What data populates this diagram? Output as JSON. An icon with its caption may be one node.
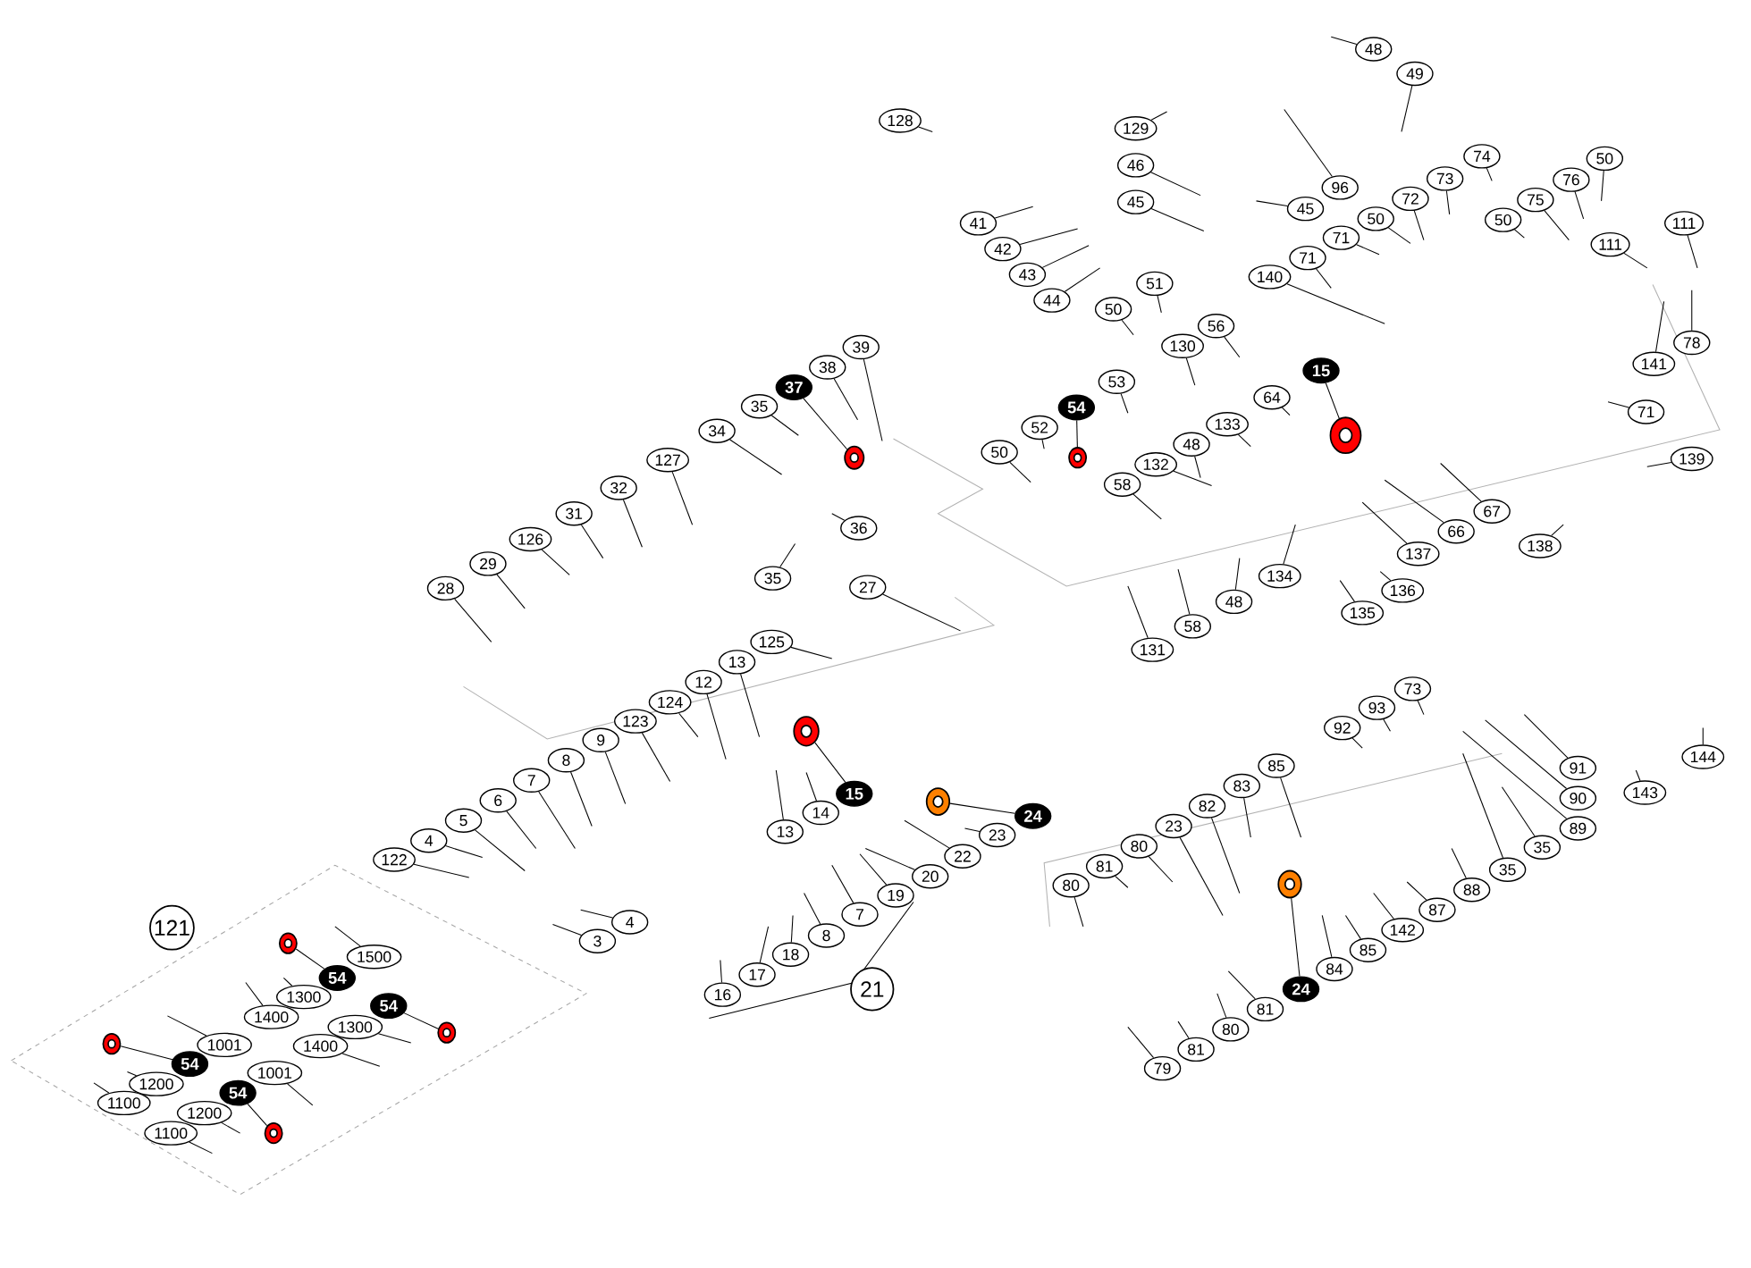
{
  "diagram": {
    "nodes": [
      {
        "text": [
          "48"
        ]
      },
      {
        "text": [
          "49"
        ]
      },
      {
        "text": [
          "128"
        ]
      },
      {
        "text": [
          "129"
        ]
      },
      {
        "text": [
          "96"
        ]
      },
      {
        "text": [
          "46"
        ]
      },
      {
        "text": [
          "45"
        ]
      },
      {
        "text": [
          "45"
        ]
      },
      {
        "text": [
          "74"
        ]
      },
      {
        "text": [
          "73"
        ]
      },
      {
        "text": [
          "72"
        ]
      },
      {
        "text": [
          "50"
        ]
      },
      {
        "text": [
          "50"
        ]
      },
      {
        "text": [
          "76"
        ]
      },
      {
        "text": [
          "75"
        ]
      },
      {
        "text": [
          "50"
        ]
      },
      {
        "text": [
          "41"
        ]
      },
      {
        "text": [
          "42"
        ]
      },
      {
        "text": [
          "43"
        ]
      },
      {
        "text": [
          "44"
        ]
      },
      {
        "text": [
          "71"
        ]
      },
      {
        "text": [
          "71"
        ]
      },
      {
        "text": [
          "140"
        ]
      },
      {
        "text": [
          "111"
        ]
      },
      {
        "text": [
          "111"
        ]
      },
      {
        "text": [
          "51"
        ]
      },
      {
        "text": [
          "50"
        ]
      },
      {
        "text": [
          "56"
        ]
      },
      {
        "text": [
          "130"
        ]
      },
      {
        "text": [
          "141"
        ]
      },
      {
        "text": [
          "78"
        ]
      },
      {
        "text": [
          "53"
        ]
      },
      {
        "text": [
          "54"
        ]
      },
      {
        "text": [
          "15"
        ]
      },
      {
        "text": [
          "64"
        ]
      },
      {
        "text": [
          "133"
        ]
      },
      {
        "text": [
          "52"
        ]
      },
      {
        "text": [
          "50"
        ]
      },
      {
        "text": [
          "48"
        ]
      },
      {
        "text": [
          "132"
        ]
      },
      {
        "text": [
          "58"
        ]
      },
      {
        "text": [
          "71"
        ]
      },
      {
        "text": [
          "139"
        ]
      },
      {
        "text": [
          "67"
        ]
      },
      {
        "text": [
          "66"
        ]
      },
      {
        "text": [
          "137"
        ]
      },
      {
        "text": [
          "138"
        ]
      },
      {
        "text": [
          "134"
        ]
      },
      {
        "text": [
          "136"
        ]
      },
      {
        "text": [
          "48"
        ]
      },
      {
        "text": [
          "135"
        ]
      },
      {
        "text": [
          "58"
        ]
      },
      {
        "text": [
          "131"
        ]
      },
      {
        "text": [
          "39"
        ]
      },
      {
        "text": [
          "38"
        ]
      },
      {
        "text": [
          "37"
        ]
      },
      {
        "text": [
          "35"
        ]
      },
      {
        "text": [
          "34"
        ]
      },
      {
        "text": [
          "127"
        ]
      },
      {
        "text": [
          "32"
        ]
      },
      {
        "text": [
          "36"
        ]
      },
      {
        "text": [
          "31"
        ]
      },
      {
        "text": [
          "35"
        ]
      },
      {
        "text": [
          "126"
        ]
      },
      {
        "text": [
          "29"
        ]
      },
      {
        "text": [
          "28"
        ]
      },
      {
        "text": [
          "27"
        ]
      },
      {
        "text": [
          "125"
        ]
      },
      {
        "text": [
          "13"
        ]
      },
      {
        "text": [
          "12"
        ]
      },
      {
        "text": [
          "124"
        ]
      },
      {
        "text": [
          "123"
        ]
      },
      {
        "text": [
          "9"
        ]
      },
      {
        "text": [
          "8"
        ]
      },
      {
        "text": [
          "7"
        ]
      },
      {
        "text": [
          "6"
        ]
      },
      {
        "text": [
          "5"
        ]
      },
      {
        "text": [
          "4"
        ]
      },
      {
        "text": [
          "122"
        ]
      },
      {
        "text": [
          "15"
        ]
      },
      {
        "text": [
          "14"
        ]
      },
      {
        "text": [
          "13"
        ]
      },
      {
        "text": [
          "24"
        ]
      },
      {
        "text": [
          "23"
        ]
      },
      {
        "text": [
          "22"
        ]
      },
      {
        "text": [
          "20"
        ]
      },
      {
        "text": [
          "19"
        ]
      },
      {
        "text": [
          "7"
        ]
      },
      {
        "text": [
          "8"
        ]
      },
      {
        "text": [
          "4"
        ]
      },
      {
        "text": [
          "3"
        ]
      },
      {
        "text": [
          "18"
        ]
      },
      {
        "text": [
          "17"
        ]
      },
      {
        "text": [
          "16"
        ]
      },
      {
        "text": [
          "54"
        ]
      },
      {
        "text": [
          "1300"
        ]
      },
      {
        "text": [
          "1500"
        ]
      },
      {
        "text": [
          "1400"
        ]
      },
      {
        "text": [
          "54"
        ]
      },
      {
        "text": [
          "1300"
        ]
      },
      {
        "text": [
          "1001"
        ]
      },
      {
        "text": [
          "1400"
        ]
      },
      {
        "text": [
          "54"
        ]
      },
      {
        "text": [
          "1200"
        ]
      },
      {
        "text": [
          "1001"
        ]
      },
      {
        "text": [
          "1100"
        ]
      },
      {
        "text": [
          "54"
        ]
      },
      {
        "text": [
          "1200"
        ]
      },
      {
        "text": [
          "1100"
        ]
      },
      {
        "text": [
          "73"
        ]
      },
      {
        "text": [
          "93"
        ]
      },
      {
        "text": [
          "92"
        ]
      },
      {
        "text": [
          "85"
        ]
      },
      {
        "text": [
          "83"
        ]
      },
      {
        "text": [
          "82"
        ]
      },
      {
        "text": [
          "23"
        ]
      },
      {
        "text": [
          "80"
        ]
      },
      {
        "text": [
          "81"
        ]
      },
      {
        "text": [
          "80"
        ]
      },
      {
        "text": [
          "91"
        ]
      },
      {
        "text": [
          "90"
        ]
      },
      {
        "text": [
          "89"
        ]
      },
      {
        "text": [
          "143"
        ]
      },
      {
        "text": [
          "144"
        ]
      },
      {
        "text": [
          "35"
        ]
      },
      {
        "text": [
          "35"
        ]
      },
      {
        "text": [
          "88"
        ]
      },
      {
        "text": [
          "87"
        ]
      },
      {
        "text": [
          "142"
        ]
      },
      {
        "text": [
          "84"
        ]
      },
      {
        "text": [
          "85"
        ]
      },
      {
        "text": [
          "24"
        ]
      },
      {
        "text": [
          "81"
        ]
      },
      {
        "text": [
          "80"
        ]
      },
      {
        "text": [
          "81"
        ]
      },
      {
        "text": [
          "79"
        ]
      },
      {
        "text": [
          "121"
        ]
      },
      {
        "text": [
          "21"
        ]
      },
      {
        "text": [],
        "shape": "circle"
      },
      {
        "text": [],
        "shape": "circle"
      },
      {
        "text": [],
        "shape": "circle"
      },
      {
        "text": [],
        "shape": "circle"
      },
      {
        "text": [],
        "shape": "circle"
      },
      {
        "text": [],
        "shape": "circle"
      },
      {
        "text": [],
        "shape": "circle"
      },
      {
        "text": [],
        "shape": "circle"
      },
      {
        "text": [],
        "shape": "circle"
      },
      {
        "text": [],
        "shape": "circle"
      }
    ],
    "edges": [
      {
        "from": 0,
        "to": null,
        "arrow": "none"
      },
      {
        "from": 1,
        "to": null,
        "arrow": "none"
      },
      {
        "from": 2,
        "to": null,
        "arrow": "none"
      },
      {
        "from": 3,
        "to": null,
        "arrow": "none"
      },
      {
        "from": 4,
        "to": null,
        "arrow": "none"
      },
      {
        "from": 5,
        "to": null,
        "arrow": "none"
      },
      {
        "from": 6,
        "to": null,
        "arrow": "none"
      },
      {
        "from": 7,
        "to": null,
        "arrow": "none"
      },
      {
        "from": 8,
        "to": null,
        "arrow": "none"
      },
      {
        "from": 9,
        "to": null,
        "arrow": "none"
      },
      {
        "from": 10,
        "to": null,
        "arrow": "none"
      },
      {
        "from": 11,
        "to": null,
        "arrow": "none"
      },
      {
        "from": 12,
        "to": null,
        "arrow": "none"
      },
      {
        "from": 13,
        "to": null,
        "arrow": "none"
      },
      {
        "from": 14,
        "to": null,
        "arrow": "none"
      },
      {
        "from": 15,
        "to": null,
        "arrow": "none"
      },
      {
        "from": 16,
        "to": null,
        "arrow": "none"
      },
      {
        "from": 17,
        "to": null,
        "arrow": "none"
      },
      {
        "from": 18,
        "to": null,
        "arrow": "none"
      },
      {
        "from": 19,
        "to": null,
        "arrow": "none"
      },
      {
        "from": 20,
        "to": null,
        "arrow": "none"
      },
      {
        "from": 21,
        "to": null,
        "arrow": "none"
      },
      {
        "from": 22,
        "to": null,
        "arrow": "none"
      },
      {
        "from": 23,
        "to": null,
        "arrow": "none"
      },
      {
        "from": 24,
        "to": null,
        "arrow": "none"
      },
      {
        "from": 25,
        "to": null,
        "arrow": "none"
      },
      {
        "from": 26,
        "to": null,
        "arrow": "none"
      },
      {
        "from": 27,
        "to": null,
        "arrow": "none"
      },
      {
        "from": 28,
        "to": null,
        "arrow": "none"
      },
      {
        "from": 29,
        "to": null,
        "arrow": "none"
      },
      {
        "from": 30,
        "to": null,
        "arrow": "none"
      },
      {
        "from": 31,
        "to": null,
        "arrow": "none"
      },
      {
        "from": 32,
        "to": 138,
        "arrow": "none"
      },
      {
        "from": 33,
        "to": 139,
        "arrow": "none"
      },
      {
        "from": 34,
        "to": null,
        "arrow": "none"
      },
      {
        "from": 35,
        "to": null,
        "arrow": "none"
      },
      {
        "from": 36,
        "to": null,
        "arrow": "none"
      },
      {
        "from": 37,
        "to": null,
        "arrow": "none"
      },
      {
        "from": 38,
        "to": null,
        "arrow": "none"
      },
      {
        "from": 39,
        "to": null,
        "arrow": "none"
      },
      {
        "from": 40,
        "to": null,
        "arrow": "none"
      },
      {
        "from": 41,
        "to": null,
        "arrow": "none"
      },
      {
        "from": 42,
        "to": null,
        "arrow": "none"
      },
      {
        "from": 43,
        "to": null,
        "arrow": "none"
      },
      {
        "from": 44,
        "to": null,
        "arrow": "none"
      },
      {
        "from": 45,
        "to": null,
        "arrow": "none"
      },
      {
        "from": 46,
        "to": null,
        "arrow": "none"
      },
      {
        "from": 47,
        "to": null,
        "arrow": "none"
      },
      {
        "from": 48,
        "to": null,
        "arrow": "none"
      },
      {
        "from": 49,
        "to": null,
        "arrow": "none"
      },
      {
        "from": 50,
        "to": null,
        "arrow": "none"
      },
      {
        "from": 51,
        "to": null,
        "arrow": "none"
      },
      {
        "from": 52,
        "to": null,
        "arrow": "none"
      },
      {
        "from": 53,
        "to": null,
        "arrow": "none"
      },
      {
        "from": 54,
        "to": null,
        "arrow": "none"
      },
      {
        "from": 55,
        "to": 140,
        "arrow": "none"
      },
      {
        "from": 56,
        "to": null,
        "arrow": "none"
      },
      {
        "from": 57,
        "to": null,
        "arrow": "none"
      },
      {
        "from": 58,
        "to": null,
        "arrow": "none"
      },
      {
        "from": 59,
        "to": null,
        "arrow": "none"
      },
      {
        "from": 60,
        "to": null,
        "arrow": "none"
      },
      {
        "from": 61,
        "to": null,
        "arrow": "none"
      },
      {
        "from": 62,
        "to": null,
        "arrow": "none"
      },
      {
        "from": 63,
        "to": null,
        "arrow": "none"
      },
      {
        "from": 64,
        "to": null,
        "arrow": "none"
      },
      {
        "from": 65,
        "to": null,
        "arrow": "none"
      },
      {
        "from": 66,
        "to": null,
        "arrow": "none"
      },
      {
        "from": 67,
        "to": null,
        "arrow": "none"
      },
      {
        "from": 68,
        "to": null,
        "arrow": "none"
      },
      {
        "from": 69,
        "to": null,
        "arrow": "none"
      },
      {
        "from": 70,
        "to": null,
        "arrow": "none"
      },
      {
        "from": 71,
        "to": null,
        "arrow": "none"
      },
      {
        "from": 72,
        "to": null,
        "arrow": "none"
      },
      {
        "from": 73,
        "to": null,
        "arrow": "none"
      },
      {
        "from": 74,
        "to": null,
        "arrow": "none"
      },
      {
        "from": 75,
        "to": null,
        "arrow": "none"
      },
      {
        "from": 76,
        "to": null,
        "arrow": "none"
      },
      {
        "from": 77,
        "to": null,
        "arrow": "none"
      },
      {
        "from": 78,
        "to": null,
        "arrow": "none"
      },
      {
        "from": 79,
        "to": 141,
        "arrow": "none"
      },
      {
        "from": 80,
        "to": null,
        "arrow": "none"
      },
      {
        "from": 81,
        "to": null,
        "arrow": "none"
      },
      {
        "from": 82,
        "to": 142,
        "arrow": "none"
      },
      {
        "from": 83,
        "to": null,
        "arrow": "none"
      },
      {
        "from": 84,
        "to": null,
        "arrow": "none"
      },
      {
        "from": 85,
        "to": null,
        "arrow": "none"
      },
      {
        "from": 86,
        "to": null,
        "arrow": "none"
      },
      {
        "from": 87,
        "to": null,
        "arrow": "none"
      },
      {
        "from": 88,
        "to": null,
        "arrow": "none"
      },
      {
        "from": 89,
        "to": null,
        "arrow": "none"
      },
      {
        "from": 90,
        "to": null,
        "arrow": "none"
      },
      {
        "from": 91,
        "to": null,
        "arrow": "none"
      },
      {
        "from": 92,
        "to": null,
        "arrow": "none"
      },
      {
        "from": 93,
        "to": null,
        "arrow": "none"
      },
      {
        "from": 94,
        "to": 143,
        "arrow": "none"
      },
      {
        "from": 95,
        "to": null,
        "arrow": "none"
      },
      {
        "from": 96,
        "to": null,
        "arrow": "none"
      },
      {
        "from": 97,
        "to": null,
        "arrow": "none"
      },
      {
        "from": 98,
        "to": 144,
        "arrow": "none"
      },
      {
        "from": 99,
        "to": null,
        "arrow": "none"
      },
      {
        "from": 100,
        "to": null,
        "arrow": "none"
      },
      {
        "from": 101,
        "to": null,
        "arrow": "none"
      },
      {
        "from": 102,
        "to": 145,
        "arrow": "none"
      },
      {
        "from": 103,
        "to": null,
        "arrow": "none"
      },
      {
        "from": 104,
        "to": null,
        "arrow": "none"
      },
      {
        "from": 105,
        "to": null,
        "arrow": "none"
      },
      {
        "from": 106,
        "to": 146,
        "arrow": "none"
      },
      {
        "from": 107,
        "to": null,
        "arrow": "none"
      },
      {
        "from": 108,
        "to": null,
        "arrow": "none"
      },
      {
        "from": 109,
        "to": null,
        "arrow": "none"
      },
      {
        "from": 110,
        "to": null,
        "arrow": "none"
      },
      {
        "from": 111,
        "to": null,
        "arrow": "none"
      },
      {
        "from": 112,
        "to": null,
        "arrow": "none"
      },
      {
        "from": 113,
        "to": null,
        "arrow": "none"
      },
      {
        "from": 114,
        "to": null,
        "arrow": "none"
      },
      {
        "from": 115,
        "to": null,
        "arrow": "none"
      },
      {
        "from": 116,
        "to": null,
        "arrow": "none"
      },
      {
        "from": 117,
        "to": null,
        "arrow": "none"
      },
      {
        "from": 118,
        "to": null,
        "arrow": "none"
      },
      {
        "from": 119,
        "to": null,
        "arrow": "none"
      },
      {
        "from": 120,
        "to": null,
        "arrow": "none"
      },
      {
        "from": 121,
        "to": null,
        "arrow": "none"
      },
      {
        "from": 122,
        "to": null,
        "arrow": "none"
      },
      {
        "from": 123,
        "to": null,
        "arrow": "none"
      },
      {
        "from": 124,
        "to": null,
        "arrow": "none"
      },
      {
        "from": 125,
        "to": null,
        "arrow": "none"
      },
      {
        "from": 126,
        "to": null,
        "arrow": "none"
      },
      {
        "from": 127,
        "to": null,
        "arrow": "none"
      },
      {
        "from": 128,
        "to": null,
        "arrow": "none"
      },
      {
        "from": 129,
        "to": null,
        "arrow": "none"
      },
      {
        "from": 130,
        "to": null,
        "arrow": "none"
      },
      {
        "from": 131,
        "to": 147,
        "arrow": "none"
      },
      {
        "from": 132,
        "to": null,
        "arrow": "none"
      },
      {
        "from": 133,
        "to": null,
        "arrow": "none"
      },
      {
        "from": 134,
        "to": null,
        "arrow": "none"
      },
      {
        "from": 135,
        "to": null,
        "arrow": "none"
      }
    ]
  }
}
